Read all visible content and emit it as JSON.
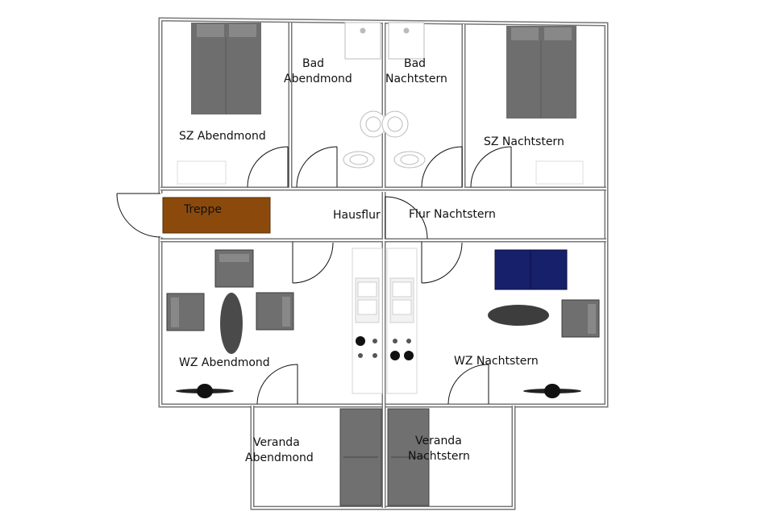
{
  "plan": {
    "rooms": {
      "sz_abendmond": "SZ Abendmond",
      "bad_abendmond_l1": "Bad",
      "bad_abendmond_l2": "Abendmond",
      "bad_nachtstern_l1": "Bad",
      "bad_nachtstern_l2": "Nachtstern",
      "sz_nachtstern": "SZ Nachtstern",
      "treppe": "Treppe",
      "hausflur": "Hausflur",
      "flur_nachtstern": "Flur Nachtstern",
      "wz_abendmond": "WZ Abendmond",
      "wz_nachtstern": "WZ Nachtstern",
      "veranda_abendmond_l1": "Veranda",
      "veranda_abendmond_l2": "Abendmond",
      "veranda_nachtstern_l1": "Veranda",
      "veranda_nachtstern_l2": "Nachtstern"
    },
    "colors": {
      "wall": "#777777",
      "furniture": "#6e6e6e",
      "stairs": "#8b4a0c",
      "sofa": "#17206a"
    }
  }
}
